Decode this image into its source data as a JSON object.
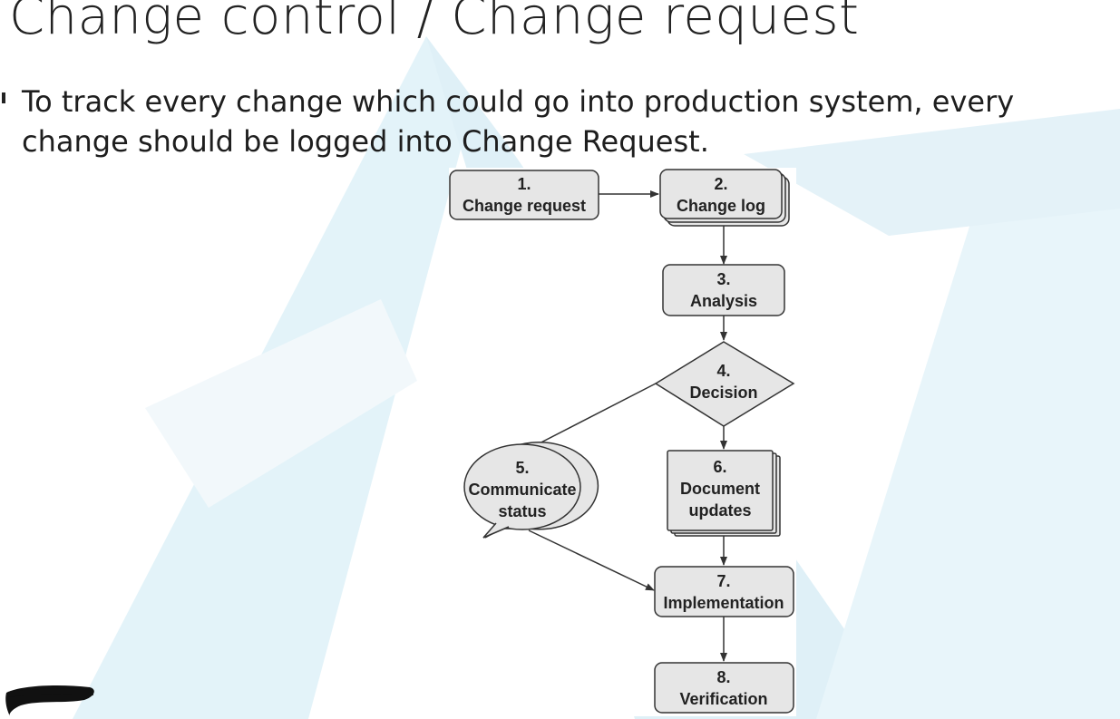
{
  "slide": {
    "title": "Change control / Change request",
    "bullet": "To track every change which could go into production system, every change should be logged into Change Request."
  },
  "flowchart": {
    "nodes": [
      {
        "id": 1,
        "num": "1.",
        "label": "Change request",
        "shape": "rounded-rect"
      },
      {
        "id": 2,
        "num": "2.",
        "label": "Change log",
        "shape": "stacked-rect"
      },
      {
        "id": 3,
        "num": "3.",
        "label": "Analysis",
        "shape": "rounded-rect"
      },
      {
        "id": 4,
        "num": "4.",
        "label": "Decision",
        "shape": "diamond"
      },
      {
        "id": 5,
        "num": "5.",
        "label_lines": [
          "Communicate",
          "status"
        ],
        "shape": "speech-bubble"
      },
      {
        "id": 6,
        "num": "6.",
        "label_lines": [
          "Document",
          "updates"
        ],
        "shape": "stacked-rect"
      },
      {
        "id": 7,
        "num": "7.",
        "label": "Implementation",
        "shape": "rounded-rect"
      },
      {
        "id": 8,
        "num": "8.",
        "label": "Verification",
        "shape": "rounded-rect"
      }
    ],
    "edges": [
      {
        "from": 1,
        "to": 2
      },
      {
        "from": 2,
        "to": 3
      },
      {
        "from": 3,
        "to": 4
      },
      {
        "from": 4,
        "to": 5
      },
      {
        "from": 4,
        "to": 6
      },
      {
        "from": 5,
        "to": 7
      },
      {
        "from": 6,
        "to": 7
      },
      {
        "from": 7,
        "to": 8
      }
    ]
  },
  "colors": {
    "node_fill": "#e6e6e6",
    "stroke": "#333333",
    "background_art": "#d9eef6"
  }
}
